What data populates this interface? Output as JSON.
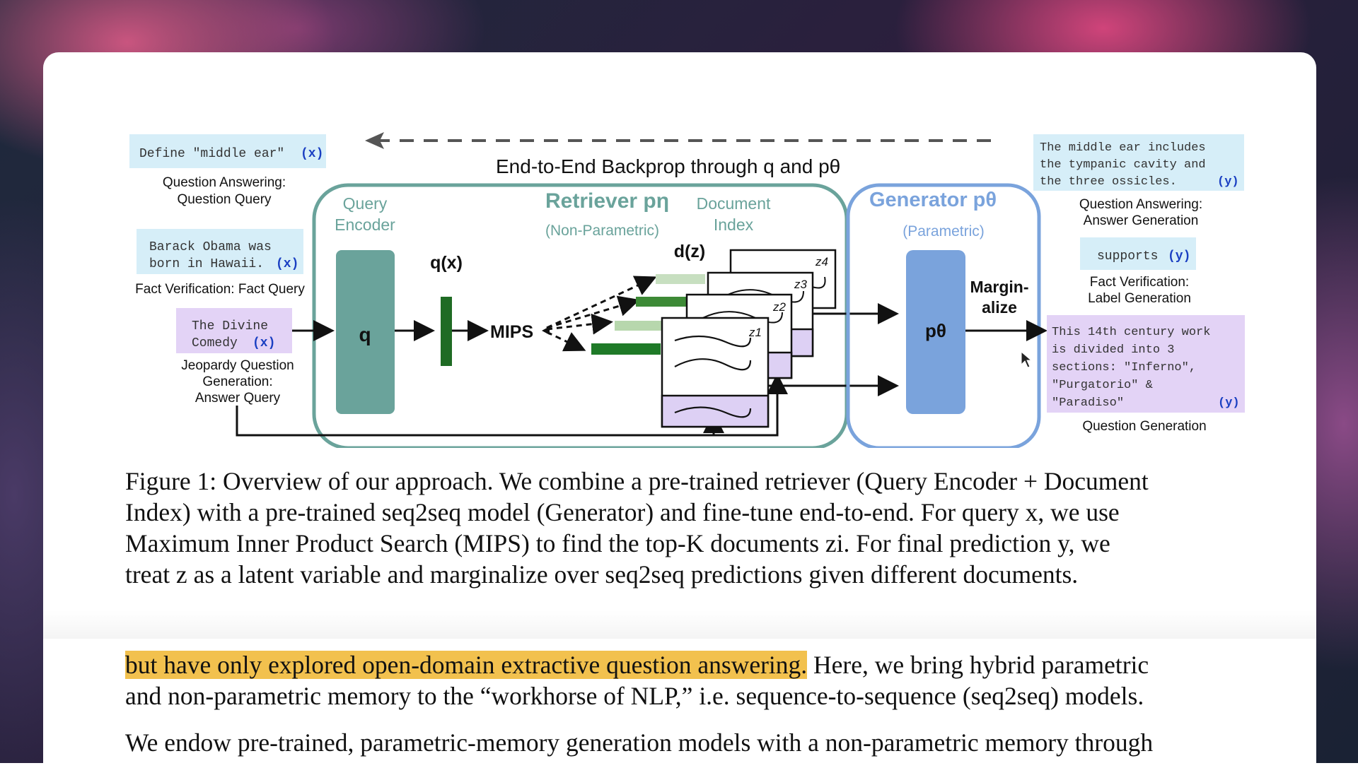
{
  "figure": {
    "backprop_label": "End-to-End Backprop through q and pθ",
    "inputs": [
      {
        "text": "Define \"middle ear\"",
        "tag": "(x)",
        "task": [
          "Question Answering:",
          "Question Query"
        ]
      },
      {
        "text_lines": [
          "Barack Obama was",
          "born in Hawaii."
        ],
        "tag": "(x)",
        "task": [
          "Fact Verification: Fact Query"
        ]
      },
      {
        "text_lines": [
          "The Divine",
          "Comedy"
        ],
        "tag": "(x)",
        "task": [
          "Jeopardy Question",
          "Generation:",
          "Answer Query"
        ]
      }
    ],
    "retriever": {
      "title": "Retriever pη",
      "subtitle": "(Non-Parametric)"
    },
    "query_encoder": {
      "label": [
        "Query",
        "Encoder"
      ],
      "symbol": "q"
    },
    "qx_label": "q(x)",
    "mips_label": "MIPS",
    "document_index": {
      "label": [
        "Document",
        "Index"
      ],
      "dz_label": "d(z)",
      "docs": [
        "z1",
        "z2",
        "z3",
        "z4"
      ]
    },
    "generator": {
      "title": "Generator pθ",
      "subtitle": "(Parametric)",
      "symbol": "pθ"
    },
    "marginalize_label": [
      "Margin-",
      "alize"
    ],
    "outputs": [
      {
        "text_lines": [
          "The middle ear includes",
          "the tympanic cavity and",
          "the three ossicles."
        ],
        "tag": "(y)",
        "task": [
          "Question Answering:",
          "Answer Generation"
        ]
      },
      {
        "text": "supports",
        "tag": "(y)",
        "task": [
          "Fact Verification:",
          "Label Generation"
        ]
      },
      {
        "text_lines": [
          "This 14th century work",
          "is divided into 3",
          "sections: \"Inferno\",",
          "\"Purgatorio\" &",
          "\"Paradiso\""
        ],
        "tag": "(y)",
        "task": [
          "Question Generation"
        ]
      }
    ]
  },
  "caption_lines": [
    "Figure 1: Overview of our approach. We combine a pre-trained retriever (Query Encoder + Document",
    "Index) with a pre-trained seq2seq model (Generator) and fine-tune end-to-end. For query x, we use",
    "Maximum Inner Product Search (MIPS) to find the top-K documents zi. For final prediction y, we",
    "treat z as a latent variable and marginalize over seq2seq predictions given different documents."
  ],
  "paragraph": {
    "highlighted": "but have only explored open-domain extractive question answering.",
    "rest_line1": " Here, we bring hybrid parametric",
    "line2": "and non-parametric memory to the “workhorse of NLP,” i.e. sequence-to-sequence (seq2seq) models.",
    "line3": "We endow pre-trained, parametric-memory generation models with a non-parametric memory through"
  },
  "colors": {
    "retriever": "#6aa39b",
    "generator": "#7aa3dc",
    "input_box": "#d6eef8",
    "jeopardy_box": "#e3d3f6",
    "highlight": "#f2c14e",
    "dark_green": "#1f6b24"
  }
}
